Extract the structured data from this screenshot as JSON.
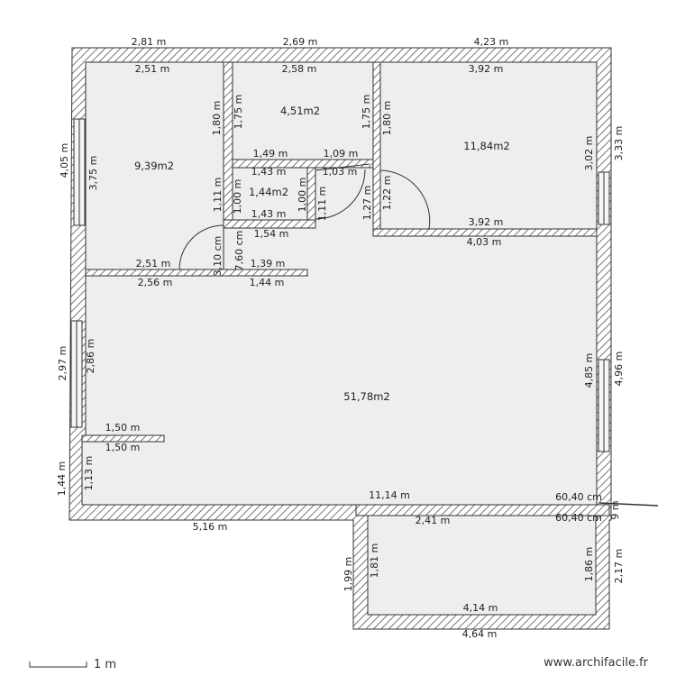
{
  "colors": {
    "wall_stroke": "#333333",
    "hatch": "#555555",
    "floor_fill": "#eeeeee",
    "window_fill": "#f5f5f5",
    "text": "#222222"
  },
  "plan": {
    "outer_top": [
      "2,81 m",
      "2,69 m",
      "4,23 m"
    ],
    "room_left": {
      "area": "9,39m2",
      "top": "2,51 m",
      "bottom": "2,51 m",
      "height_in": "3,75 m",
      "height_out": "4,05 m",
      "right_h": "1,80 m"
    },
    "room_mid": {
      "area": "4,51m2",
      "top": "2,58 m",
      "bottom": "1,49 m",
      "left_h": "1,75 m",
      "right_h": "1,75 m"
    },
    "room_right": {
      "area": "11,84m2",
      "top": "3,92 m",
      "bottom_in": "3,92 m",
      "bottom_out": "4,03 m",
      "left_h": "1,80 m",
      "height_in": "3,02 m",
      "height_out": "3,33 m",
      "door_h": "1,22 m",
      "door_h2": "1,27 m"
    },
    "wc": {
      "area": "1,44m2",
      "top": "1,43 m",
      "bottom": "1,43 m",
      "under": "1,54 m",
      "left_in": "1,00 m",
      "left_out": "1,11 m",
      "right_in": "1,00 m",
      "right_out": "1,11 m"
    },
    "closet": {
      "top": "1,09 m",
      "bottom": "1,03 m"
    },
    "corridor": {
      "a": "3,10 cm",
      "b": "7,60 cm",
      "wall_top": "1,39 m",
      "wall_bottom": "1,44 m",
      "left_top": "2,51 m",
      "left_bottom": "2,56 m"
    },
    "living": {
      "area": "51,78m2",
      "left_in": "2,86 m",
      "left_out": "2,97 m",
      "right_in": "4,85 m",
      "right_out": "4,96 m",
      "stub_top": "1,50 m",
      "stub_bottom": "1,50 m",
      "low_left_in": "1,13 m",
      "low_left_out": "1,44 m",
      "bottom_in": "11,14 m",
      "bottom_out": "5,16 m",
      "step_top": "60,40 cm",
      "step_bottom": "60,40 cm",
      "step_tiny": "9 m"
    },
    "annex": {
      "top": "2,41 m",
      "bottom_in": "4,14 m",
      "bottom_out": "4,64 m",
      "left_out": "1,99 m",
      "left_in": "1,81 m",
      "right_in": "1,86 m",
      "right_out": "2,17 m"
    }
  },
  "scale": {
    "label": "1 m"
  },
  "footer": {
    "site": "www.archifacile.fr"
  }
}
